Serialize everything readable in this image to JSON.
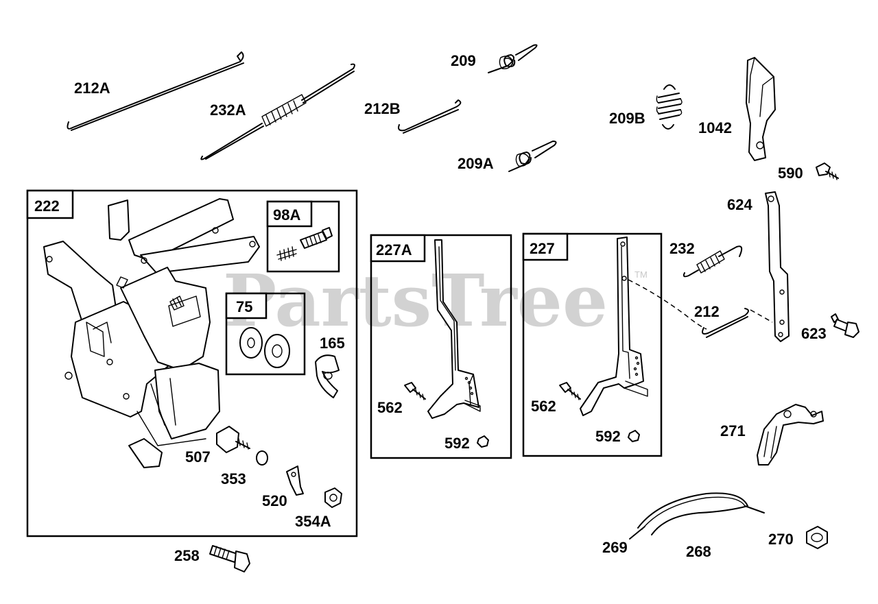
{
  "watermark": {
    "text": "PartsTree",
    "trademark": "TM"
  },
  "labels": {
    "l212A": "212A",
    "l232A": "232A",
    "l212B": "212B",
    "l209": "209",
    "l209A": "209A",
    "l209B": "209B",
    "l1042": "1042",
    "l590": "590",
    "l624": "624",
    "l232": "232",
    "l212": "212",
    "l623": "623",
    "l271": "271",
    "l269": "269",
    "l268": "268",
    "l270": "270",
    "l258": "258",
    "l165": "165",
    "l507": "507",
    "l353": "353",
    "l520": "520",
    "l354A": "354A",
    "l562a": "562",
    "l592a": "592",
    "l562b": "562",
    "l592b": "592"
  },
  "boxes": {
    "b222": "222",
    "b98A": "98A",
    "b75": "75",
    "b227A": "227A",
    "b227": "227"
  }
}
